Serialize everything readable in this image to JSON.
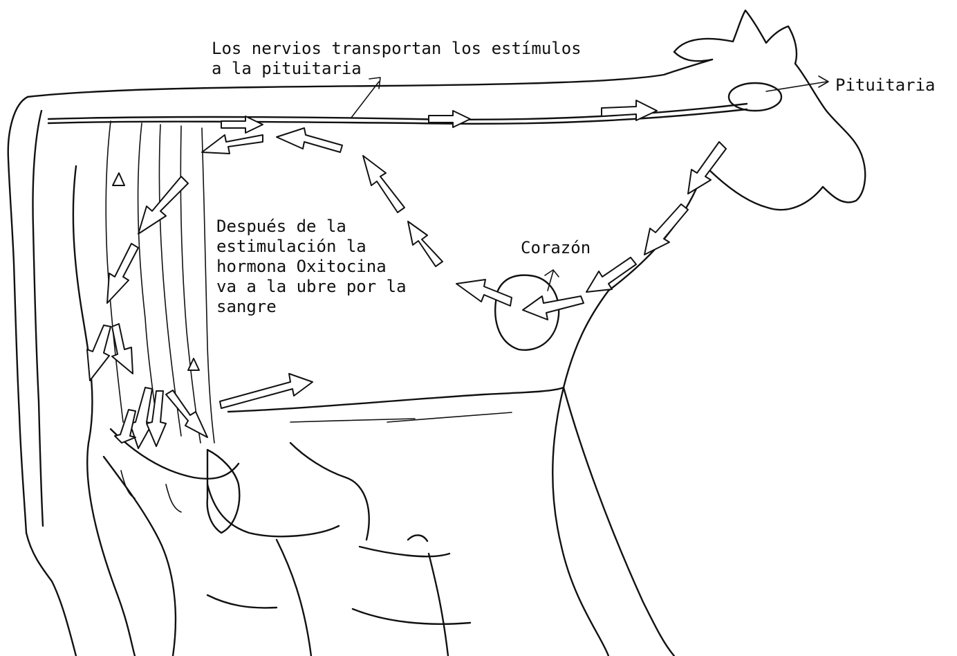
{
  "labels": {
    "nervios": "Los nervios transportan los estímulos\na la pituitaria",
    "pituitaria": "Pituitaria",
    "despues": "Después de la\nestimulación la\nhormona Oxitocina\nva a la ubre por la\nsangre",
    "corazon": "Corazón"
  },
  "colors": {
    "ink": "#111111",
    "background": "#ffffff"
  }
}
